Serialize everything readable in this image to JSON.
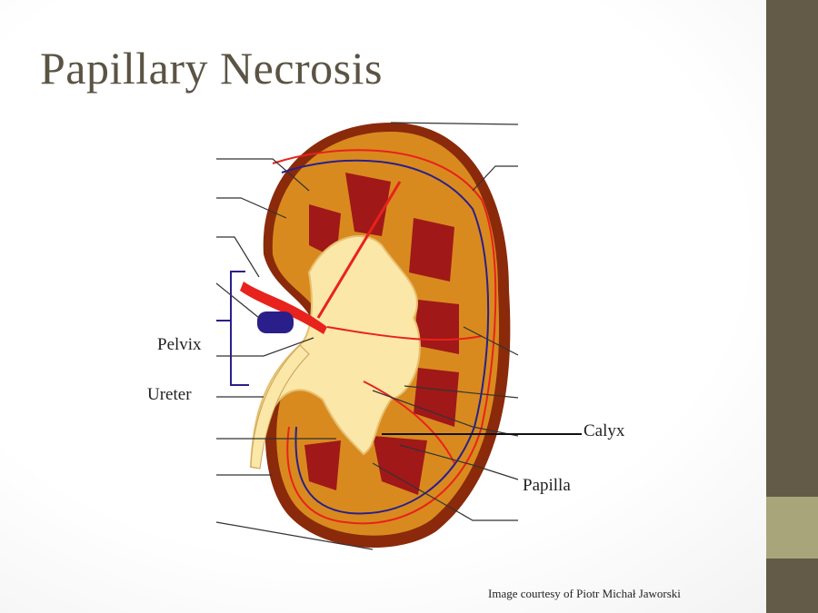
{
  "slide": {
    "title": "Papillary Necrosis",
    "credit": "Image courtesy of Piotr Michał Jaworski"
  },
  "diagram": {
    "labels": {
      "pelvix": "Pelvix",
      "ureter": "Ureter",
      "calyx": "Calyx",
      "papilla": "Papilla"
    }
  },
  "colors": {
    "title": "#5b5444",
    "sidebar": "#635a48",
    "sidebar_accent": "#a9a57a",
    "cortex": "#d98a1e",
    "capsule": "#8a2a0a",
    "pyramid": "#a01818",
    "pelvis": "#fbe7a8",
    "artery": "#e8221c",
    "vein": "#2a1f8a"
  }
}
